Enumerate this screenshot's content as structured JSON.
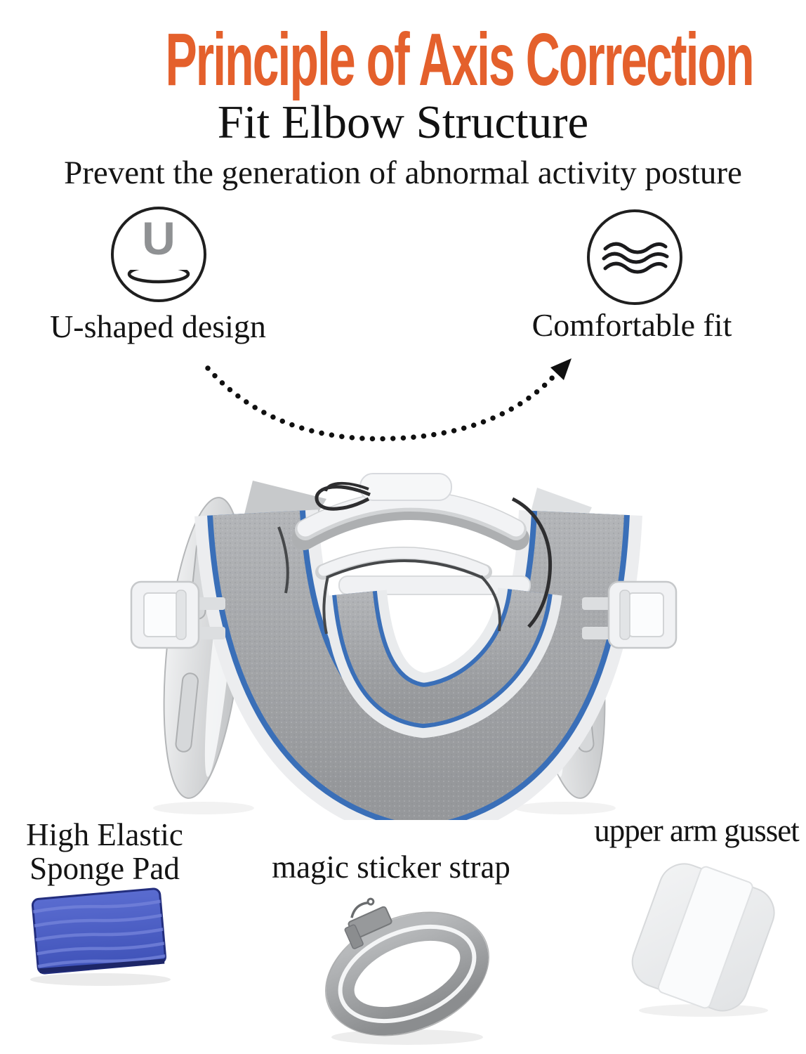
{
  "header": {
    "title": "Principle of Axis Correction",
    "subtitle": "Fit Elbow Structure",
    "tagline": "Prevent the generation of abnormal activity posture"
  },
  "features": {
    "left": {
      "icon": "u-shape-icon",
      "glyph": "U",
      "label": "U-shaped design"
    },
    "right": {
      "icon": "waves-icon",
      "label": "Comfortable fit"
    }
  },
  "arrow": {
    "icon": "dotted-curved-arrow"
  },
  "product": {
    "name": "elbow axis correction brace"
  },
  "parts": {
    "sponge": {
      "line1": "High Elastic",
      "line2": "Sponge Pad"
    },
    "strap": {
      "label": "magic sticker strap"
    },
    "gusset": {
      "label": "upper arm gusset"
    }
  },
  "colors": {
    "title_orange": "#E4602C",
    "trim_blue": "#3A6FB8",
    "sponge_blue": "#4A5CC4",
    "felt_gray": "#A6A8AB",
    "text_black": "#141414"
  }
}
